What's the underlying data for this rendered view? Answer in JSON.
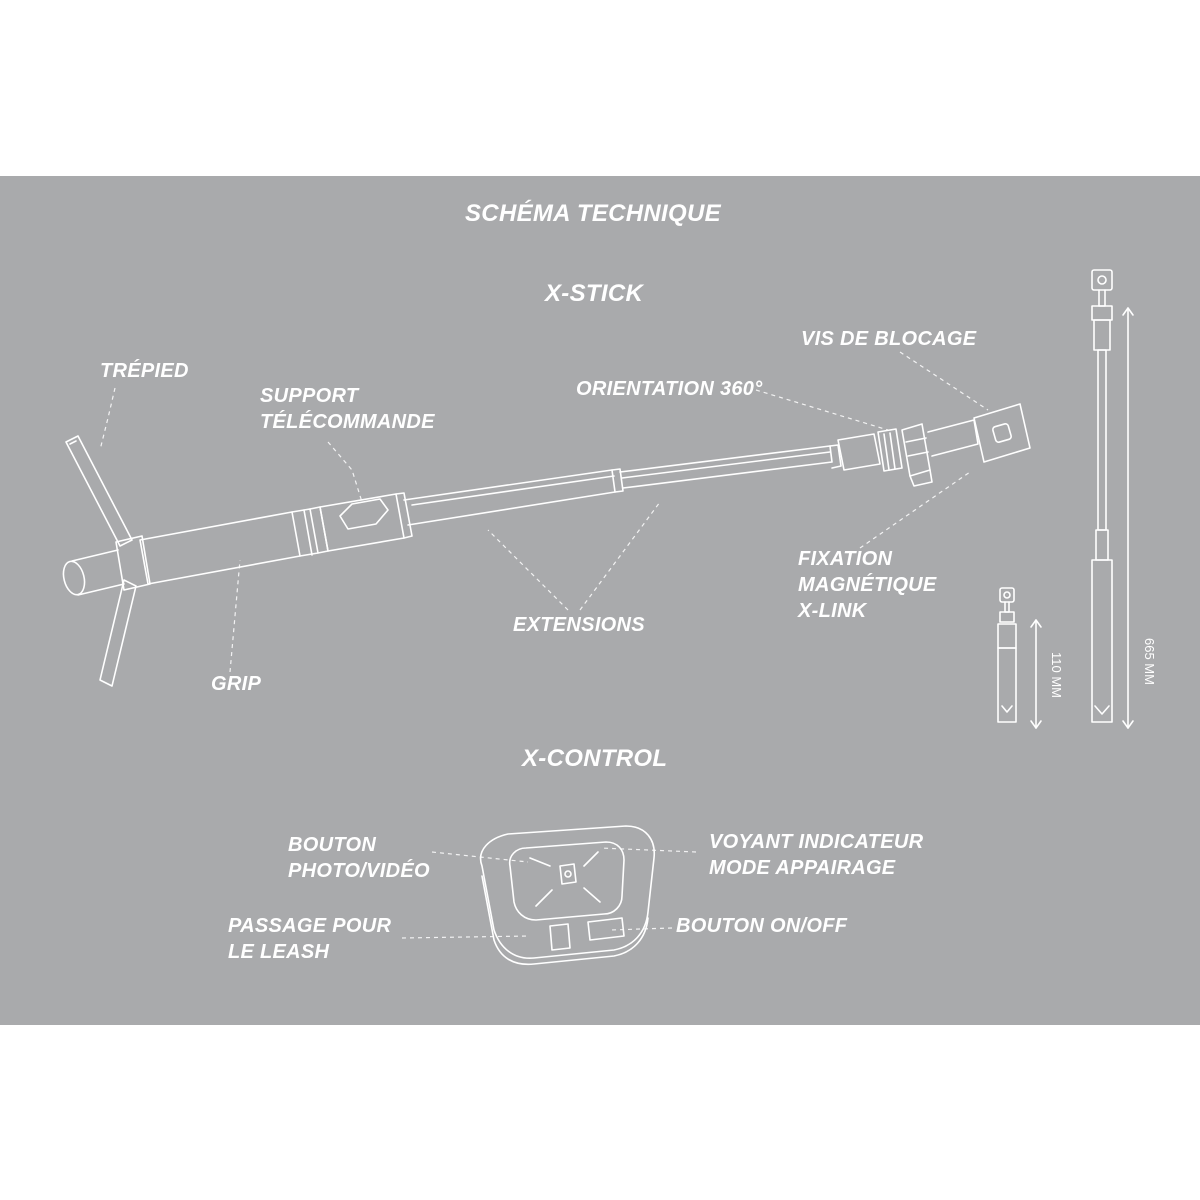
{
  "title": "SCHÉMA TECHNIQUE",
  "sections": {
    "stick": "X-STICK",
    "control": "X-CONTROL"
  },
  "stick_labels": {
    "trepied": "TRÉPIED",
    "support_1": "SUPPORT",
    "support_2": "TÉLÉCOMMANDE",
    "orientation": "ORIENTATION 360°",
    "vis": "VIS DE BLOCAGE",
    "fixation_1": "FIXATION",
    "fixation_2": "MAGNÉTIQUE",
    "fixation_3": "X-LINK",
    "extensions": "EXTENSIONS",
    "grip": "GRIP"
  },
  "dimensions": {
    "short": "110 MM",
    "long": "665 MM"
  },
  "control_labels": {
    "bouton_1": "BOUTON",
    "bouton_2": "PHOTO/VIDÉO",
    "voyant_1": "VOYANT INDICATEUR",
    "voyant_2": "MODE APPAIRAGE",
    "passage_1": "PASSAGE POUR",
    "passage_2": "LE LEASH",
    "onoff": "BOUTON ON/OFF"
  },
  "colors": {
    "panel": "#a9aaac",
    "ink": "#ffffff"
  }
}
